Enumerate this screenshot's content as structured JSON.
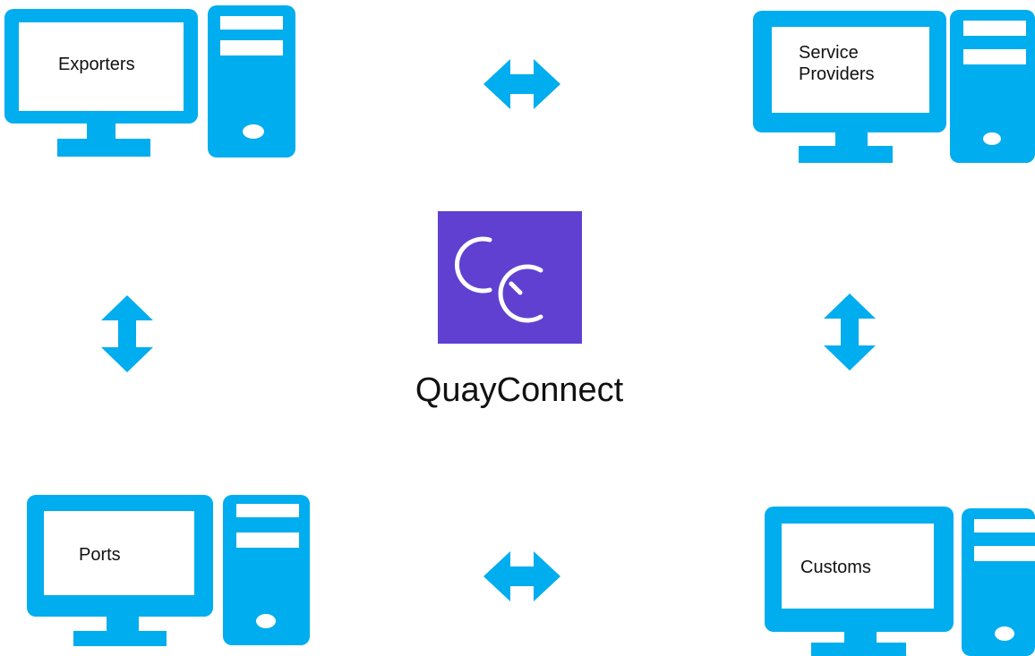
{
  "colors": {
    "accent": "#00adef",
    "logo_bg": "#6040d0",
    "logo_mark": "#ffffff"
  },
  "center": {
    "app_name": "QuayConnect",
    "logo_icon": "quayconnect-logo"
  },
  "nodes": {
    "exporters": {
      "label": "Exporters",
      "icon": "desktop-computer-icon"
    },
    "service_providers": {
      "label": "Service\nProviders",
      "icon": "desktop-computer-icon"
    },
    "ports": {
      "label": "Ports",
      "icon": "desktop-computer-icon"
    },
    "customs": {
      "label": "Customs",
      "icon": "desktop-computer-icon"
    }
  },
  "connections": [
    {
      "from": "Exporters",
      "to": "Service Providers",
      "direction": "bidirectional"
    },
    {
      "from": "Exporters",
      "to": "Ports",
      "direction": "bidirectional"
    },
    {
      "from": "Service Providers",
      "to": "Customs",
      "direction": "bidirectional"
    },
    {
      "from": "Ports",
      "to": "Customs",
      "direction": "bidirectional"
    }
  ]
}
